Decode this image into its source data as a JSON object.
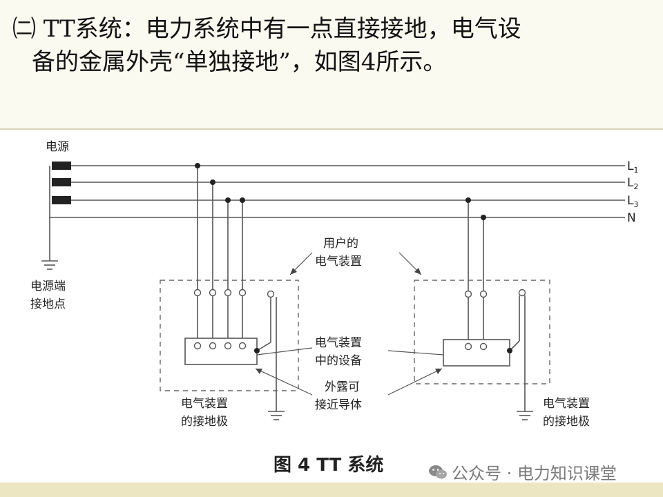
{
  "heading": {
    "line1": "㈡ TT系统：电力系统中有一点直接接地，电气设",
    "line2": "备的金属外壳“单独接地”，如图4所示。"
  },
  "diagram": {
    "source_label": "电源",
    "lines": [
      "L1",
      "L2",
      "L3",
      "N"
    ],
    "source_ground_label_1": "电源端",
    "source_ground_label_2": "接地点",
    "user_install_label_1": "用户的",
    "user_install_label_2": "电气装置",
    "equipment_label_1": "电气装置",
    "equipment_label_2": "中的设备",
    "exposed_label_1": "外露可",
    "exposed_label_2": "接近导体",
    "left_ground_label_1": "电气装置",
    "left_ground_label_2": "的接地极",
    "right_ground_label_1": "电气装置",
    "right_ground_label_2": "的接地极",
    "caption": "图 4 TT 系统"
  },
  "watermark": {
    "text": "公众号 · 电力知识课堂",
    "icon": "wechat-icon"
  },
  "colors": {
    "background": "#f6f4e6",
    "line": "#555555"
  }
}
